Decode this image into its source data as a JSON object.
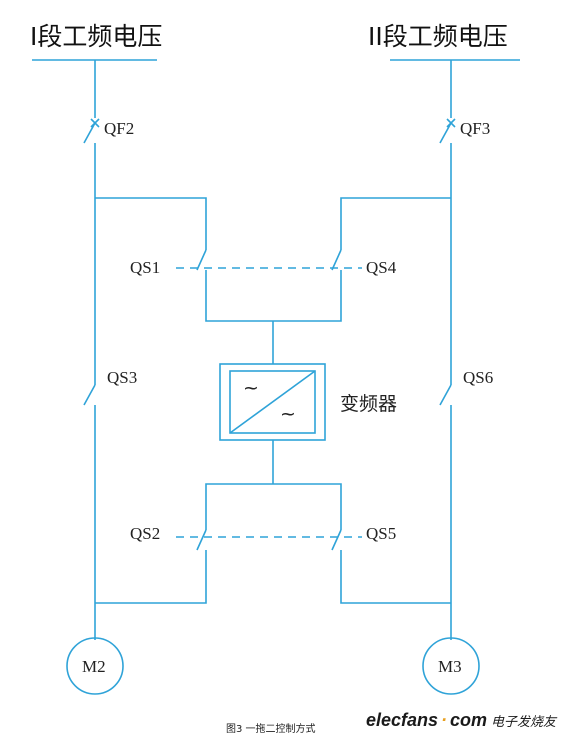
{
  "bus_left_title": "I段工频电压",
  "bus_right_title": "II段工频电压",
  "switches": {
    "qf2": "QF2",
    "qf3": "QF3",
    "qs1": "QS1",
    "qs2": "QS2",
    "qs3": "QS3",
    "qs4": "QS4",
    "qs5": "QS5",
    "qs6": "QS6"
  },
  "inverter_label": "变频器",
  "inverter_symbol": "~",
  "motors": {
    "m2": "M2",
    "m3": "M3"
  },
  "caption": "图3 一拖二控制方式",
  "watermark": {
    "site": "elecfans",
    "dot": "·",
    "tld": "com",
    "tagline": "电子发烧友"
  },
  "colors": {
    "wire": "#2fa3d8",
    "watermark_accent": "#e8a020"
  }
}
